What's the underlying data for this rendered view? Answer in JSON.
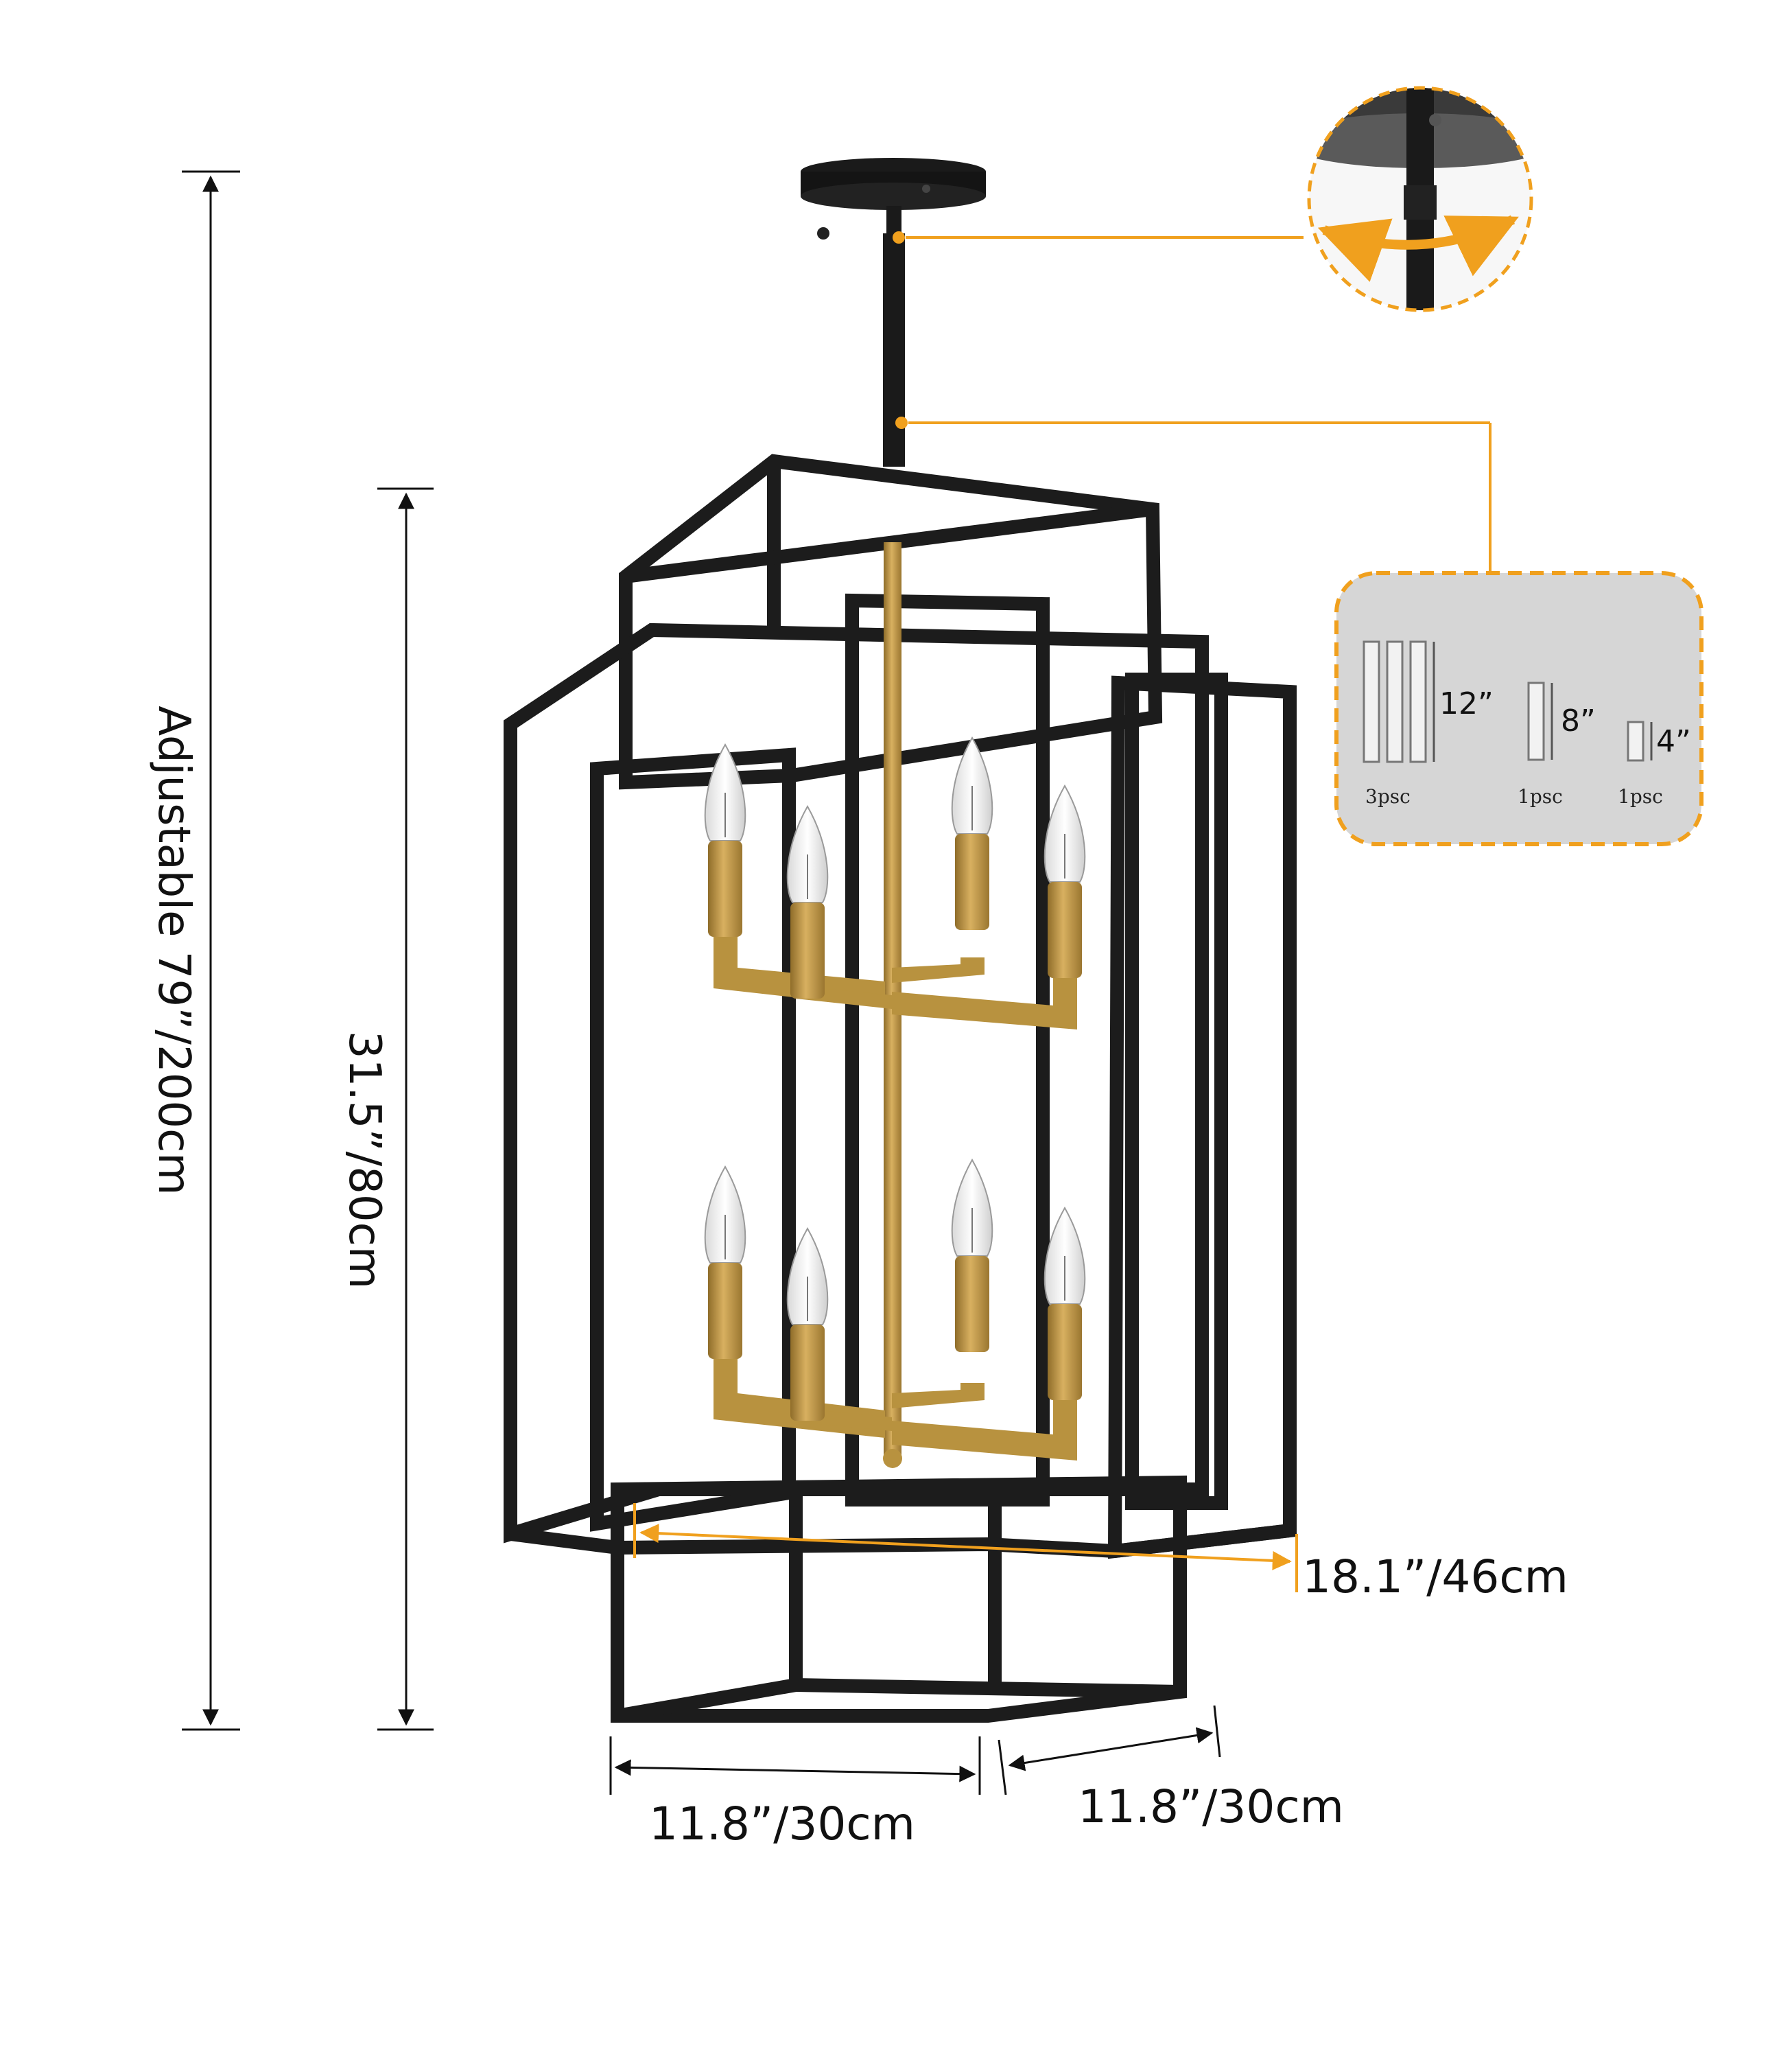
{
  "colors": {
    "frame": "#1c1c1c",
    "brass": "#b8923f",
    "accent": "#f0a01e",
    "panel": "#d6d6d6",
    "dimension": "#111111"
  },
  "dimensions": {
    "total_height": "Adjustable 79”/200cm",
    "body_height": "31.5”/80cm",
    "diagonal_width": "18.1”/46cm",
    "width_left": "11.8”/30cm",
    "width_right": "11.8”/30cm"
  },
  "rod_panel": {
    "rods": [
      {
        "length": "12”",
        "qty": "3psc"
      },
      {
        "length": "8”",
        "qty": "1psc"
      },
      {
        "length": "4”",
        "qty": "1psc"
      }
    ]
  },
  "callouts": [
    {
      "name": "swivel-joint",
      "shape": "circle"
    },
    {
      "name": "extension-rods",
      "shape": "rounded-panel"
    }
  ]
}
